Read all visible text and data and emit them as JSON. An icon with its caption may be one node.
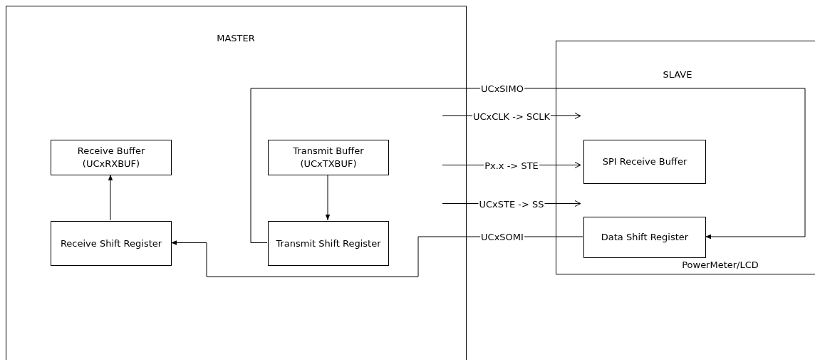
{
  "diagram": {
    "nodes": [
      {
        "text": [
          "MASTER"
        ]
      },
      {
        "text": [
          "SLAVE",
          "PowerMeter/LCD"
        ]
      },
      {
        "text": [
          "Receive Buffer (UCxRXBUF)"
        ],
        "in": 0
      },
      {
        "text": [
          "Transmit Buffer (UCxTXBUF)"
        ],
        "in": 0
      },
      {
        "text": [
          "Receive Shift Register"
        ],
        "in": 0
      },
      {
        "text": [
          "Transmit Shift Register"
        ],
        "in": 0
      },
      {
        "text": [
          "SPI Receive Buffer"
        ],
        "in": 1
      },
      {
        "text": [
          "Data Shift Register"
        ],
        "in": 1
      }
    ],
    "edges": [
      {
        "from": 4,
        "to": 2,
        "arrow": "to"
      },
      {
        "from": 3,
        "to": 5,
        "arrow": "to"
      },
      {
        "from": 5,
        "to": 7,
        "arrow": "to",
        "label": "UCxSIMO"
      },
      {
        "from": 7,
        "to": 4,
        "arrow": "to",
        "label": "UCxSOMI"
      }
    ],
    "labels": [
      "UCxCLK -> SCLK",
      "Px.x -> STE",
      "UCxSTE -> SS"
    ]
  }
}
